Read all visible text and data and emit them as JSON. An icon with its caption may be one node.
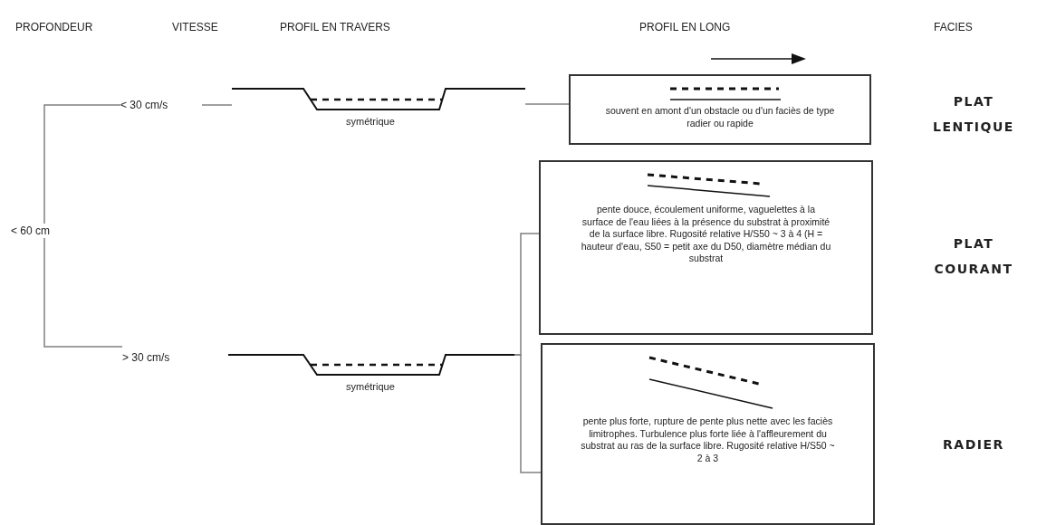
{
  "diagram": {
    "nodes": [
      {
        "text": [
          "< 60 cm"
        ]
      },
      {
        "text": [
          "< 30 cm/s"
        ]
      },
      {
        "text": [
          "symétrique"
        ]
      },
      {
        "text": [
          "souvent en amont d'un obstacle ou d'un faciès de type radier ou rapide"
        ]
      },
      {
        "text": [
          "> 30 cm/s"
        ]
      },
      {
        "text": [
          "symétrique"
        ]
      },
      {
        "text": [
          "pente douce, écoulement uniforme, vaguelettes à la surface de l'eau liées à la présence du substrat à proximité de la surface libre. Rugosité relative H/S50 ~ 3 à 4 (H = hauteur d'eau, S50 = petit axe du D50, diamètre médian du substrat"
        ]
      },
      {
        "text": [
          "pente plus forte, rupture de pente plus nette avec les faciès limitrophes. Turbulence plus forte liée à l'affleurement du substrat au ras de la surface libre. Rugosité relative H/S50 ~ 2 à 3"
        ]
      }
    ],
    "edges": [
      {
        "from": 0,
        "to": 1,
        "arrow": "none"
      },
      {
        "from": 0,
        "to": 4,
        "arrow": "none"
      },
      {
        "from": 1,
        "to": 2,
        "arrow": "none"
      },
      {
        "from": 2,
        "to": 3,
        "arrow": "none"
      },
      {
        "from": 5,
        "to": 6,
        "arrow": "none"
      },
      {
        "from": 5,
        "to": 7,
        "arrow": "none"
      }
    ],
    "labels": [
      "PROFONDEUR",
      "VITESSE",
      "PROFIL EN TRAVERS",
      "PROFIL EN LONG",
      "FACIES",
      "PLAT LENTIQUE",
      "PLAT COURANT",
      "RADIER"
    ]
  }
}
